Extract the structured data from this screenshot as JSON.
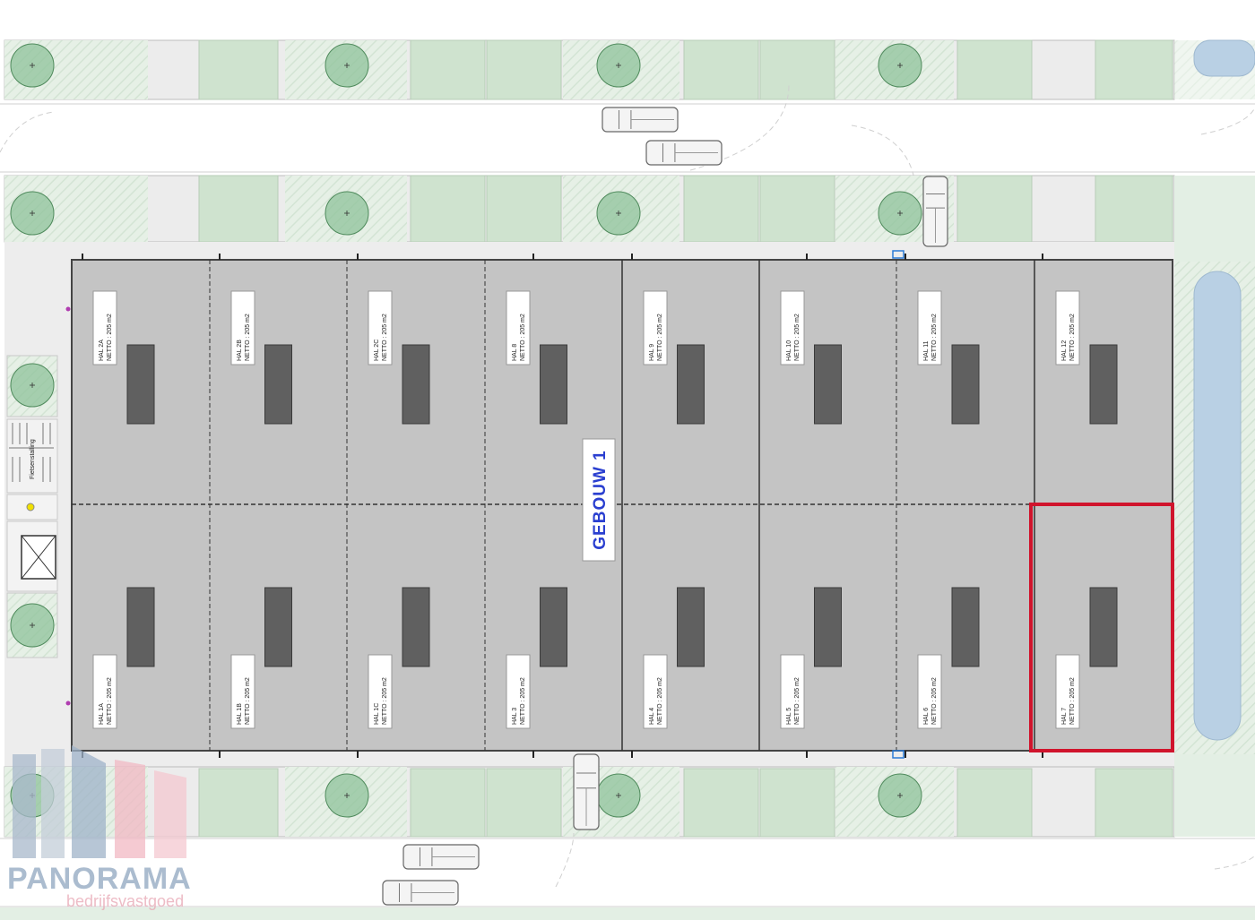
{
  "building": {
    "label": "GEBOUW 1"
  },
  "units_top": [
    {
      "name": "HAL 2A",
      "area": "NETTO : 205 m2"
    },
    {
      "name": "HAL 2B",
      "area": "NETTO : 205 m2"
    },
    {
      "name": "HAL 2C",
      "area": "NETTO : 205 m2"
    },
    {
      "name": "HAL 8",
      "area": "NETTO : 205 m2"
    },
    {
      "name": "HAL 9",
      "area": "NETTO : 205 m2"
    },
    {
      "name": "HAL 10",
      "area": "NETTO : 205 m2"
    },
    {
      "name": "HAL 11",
      "area": "NETTO : 205 m2"
    },
    {
      "name": "HAL 12",
      "area": "NETTO : 205 m2"
    }
  ],
  "units_bottom": [
    {
      "name": "HAL 1A",
      "area": "NETTO : 205 m2"
    },
    {
      "name": "HAL 1B",
      "area": "NETTO : 205 m2"
    },
    {
      "name": "HAL 1C",
      "area": "NETTO : 205 m2"
    },
    {
      "name": "HAL 3",
      "area": "NETTO : 205 m2"
    },
    {
      "name": "HAL 4",
      "area": "NETTO : 205 m2"
    },
    {
      "name": "HAL 5",
      "area": "NETTO : 205 m2"
    },
    {
      "name": "HAL 6",
      "area": "NETTO : 205 m2"
    },
    {
      "name": "HAL 7",
      "area": "NETTO : 205 m2"
    }
  ],
  "highlighted_unit": "HAL 7",
  "bike_storage": {
    "label": "Fietsenstalling"
  },
  "logo": {
    "name": "PANORAMA",
    "tagline": "bedrijfsvastgoed"
  },
  "colors": {
    "unit_fill": "#c4c4c4",
    "dock": "#606060",
    "highlight": "#d0142c",
    "building_label": "#2a3fd0",
    "parking_green": "#cfe3cf",
    "tree": "#8fc39b",
    "water": "#b9d0e4",
    "hatch_green": "#e3efe4"
  }
}
